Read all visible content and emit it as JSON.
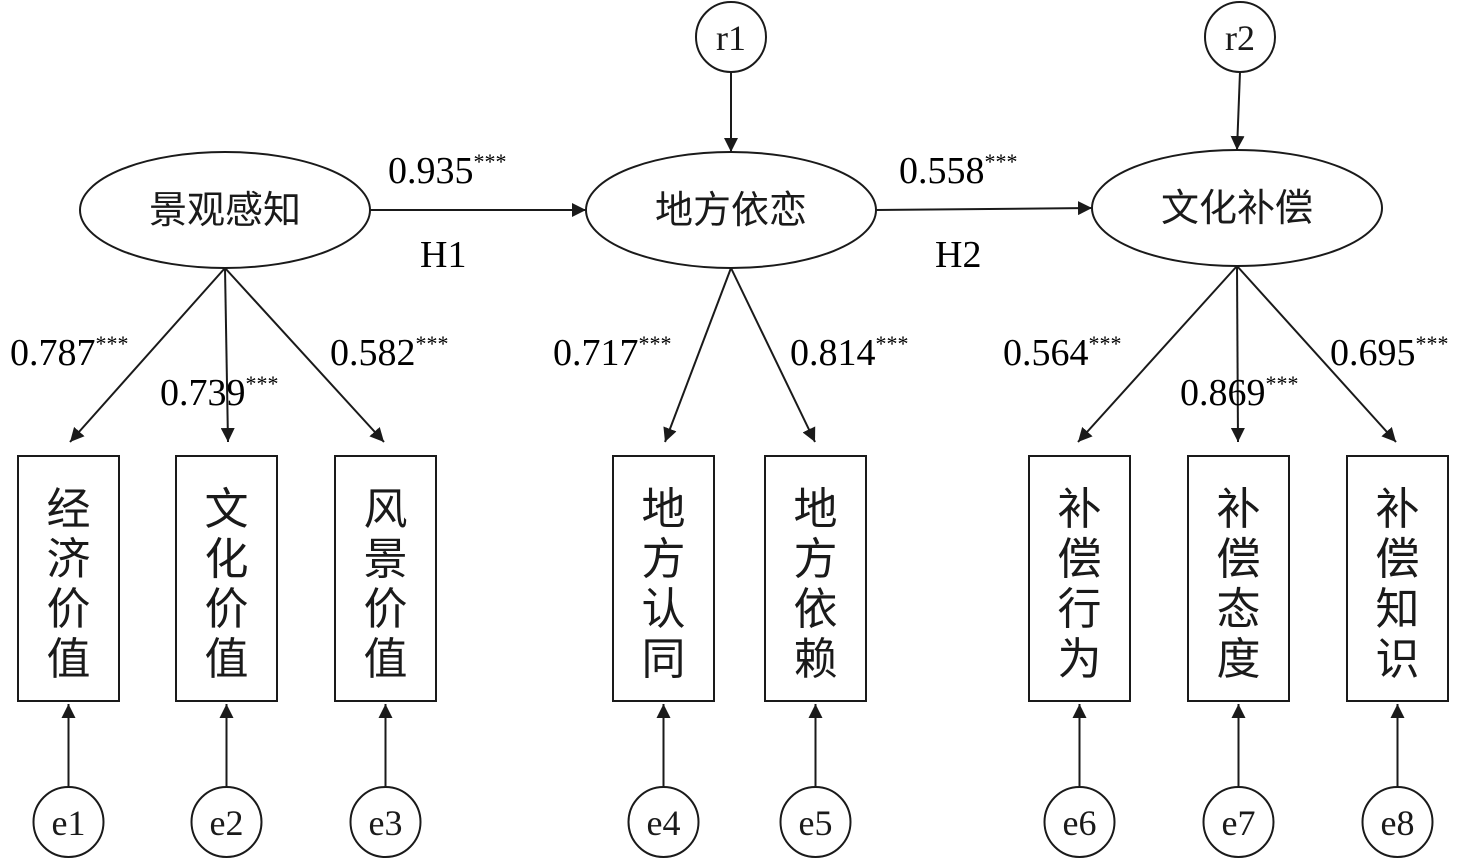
{
  "latents": [
    {
      "id": "L1",
      "label": "景观感知"
    },
    {
      "id": "L2",
      "label": "地方依恋"
    },
    {
      "id": "L3",
      "label": "文化补偿"
    }
  ],
  "disturbances": [
    {
      "id": "r1",
      "label": "r1",
      "target": "L2"
    },
    {
      "id": "r2",
      "label": "r2",
      "target": "L3"
    }
  ],
  "structural_paths": [
    {
      "from": "L1",
      "to": "L2",
      "coef": "0.935",
      "sig": "***",
      "hypothesis": "H1"
    },
    {
      "from": "L2",
      "to": "L3",
      "coef": "0.558",
      "sig": "***",
      "hypothesis": "H2"
    }
  ],
  "indicators": [
    {
      "id": "O1",
      "label": "经济价值",
      "latent": "L1",
      "loading": "0.787",
      "sig": "***",
      "error": "e1"
    },
    {
      "id": "O2",
      "label": "文化价值",
      "latent": "L1",
      "loading": "0.739",
      "sig": "***",
      "error": "e2"
    },
    {
      "id": "O3",
      "label": "风景价值",
      "latent": "L1",
      "loading": "0.582",
      "sig": "***",
      "error": "e3"
    },
    {
      "id": "O4",
      "label": "地方认同",
      "latent": "L2",
      "loading": "0.717",
      "sig": "***",
      "error": "e4"
    },
    {
      "id": "O5",
      "label": "地方依赖",
      "latent": "L2",
      "loading": "0.814",
      "sig": "***",
      "error": "e5"
    },
    {
      "id": "O6",
      "label": "补偿行为",
      "latent": "L3",
      "loading": "0.564",
      "sig": "***",
      "error": "e6"
    },
    {
      "id": "O7",
      "label": "补偿态度",
      "latent": "L3",
      "loading": "0.869",
      "sig": "***",
      "error": "e7"
    },
    {
      "id": "O8",
      "label": "补偿知识",
      "latent": "L3",
      "loading": "0.695",
      "sig": "***",
      "error": "e8"
    }
  ]
}
